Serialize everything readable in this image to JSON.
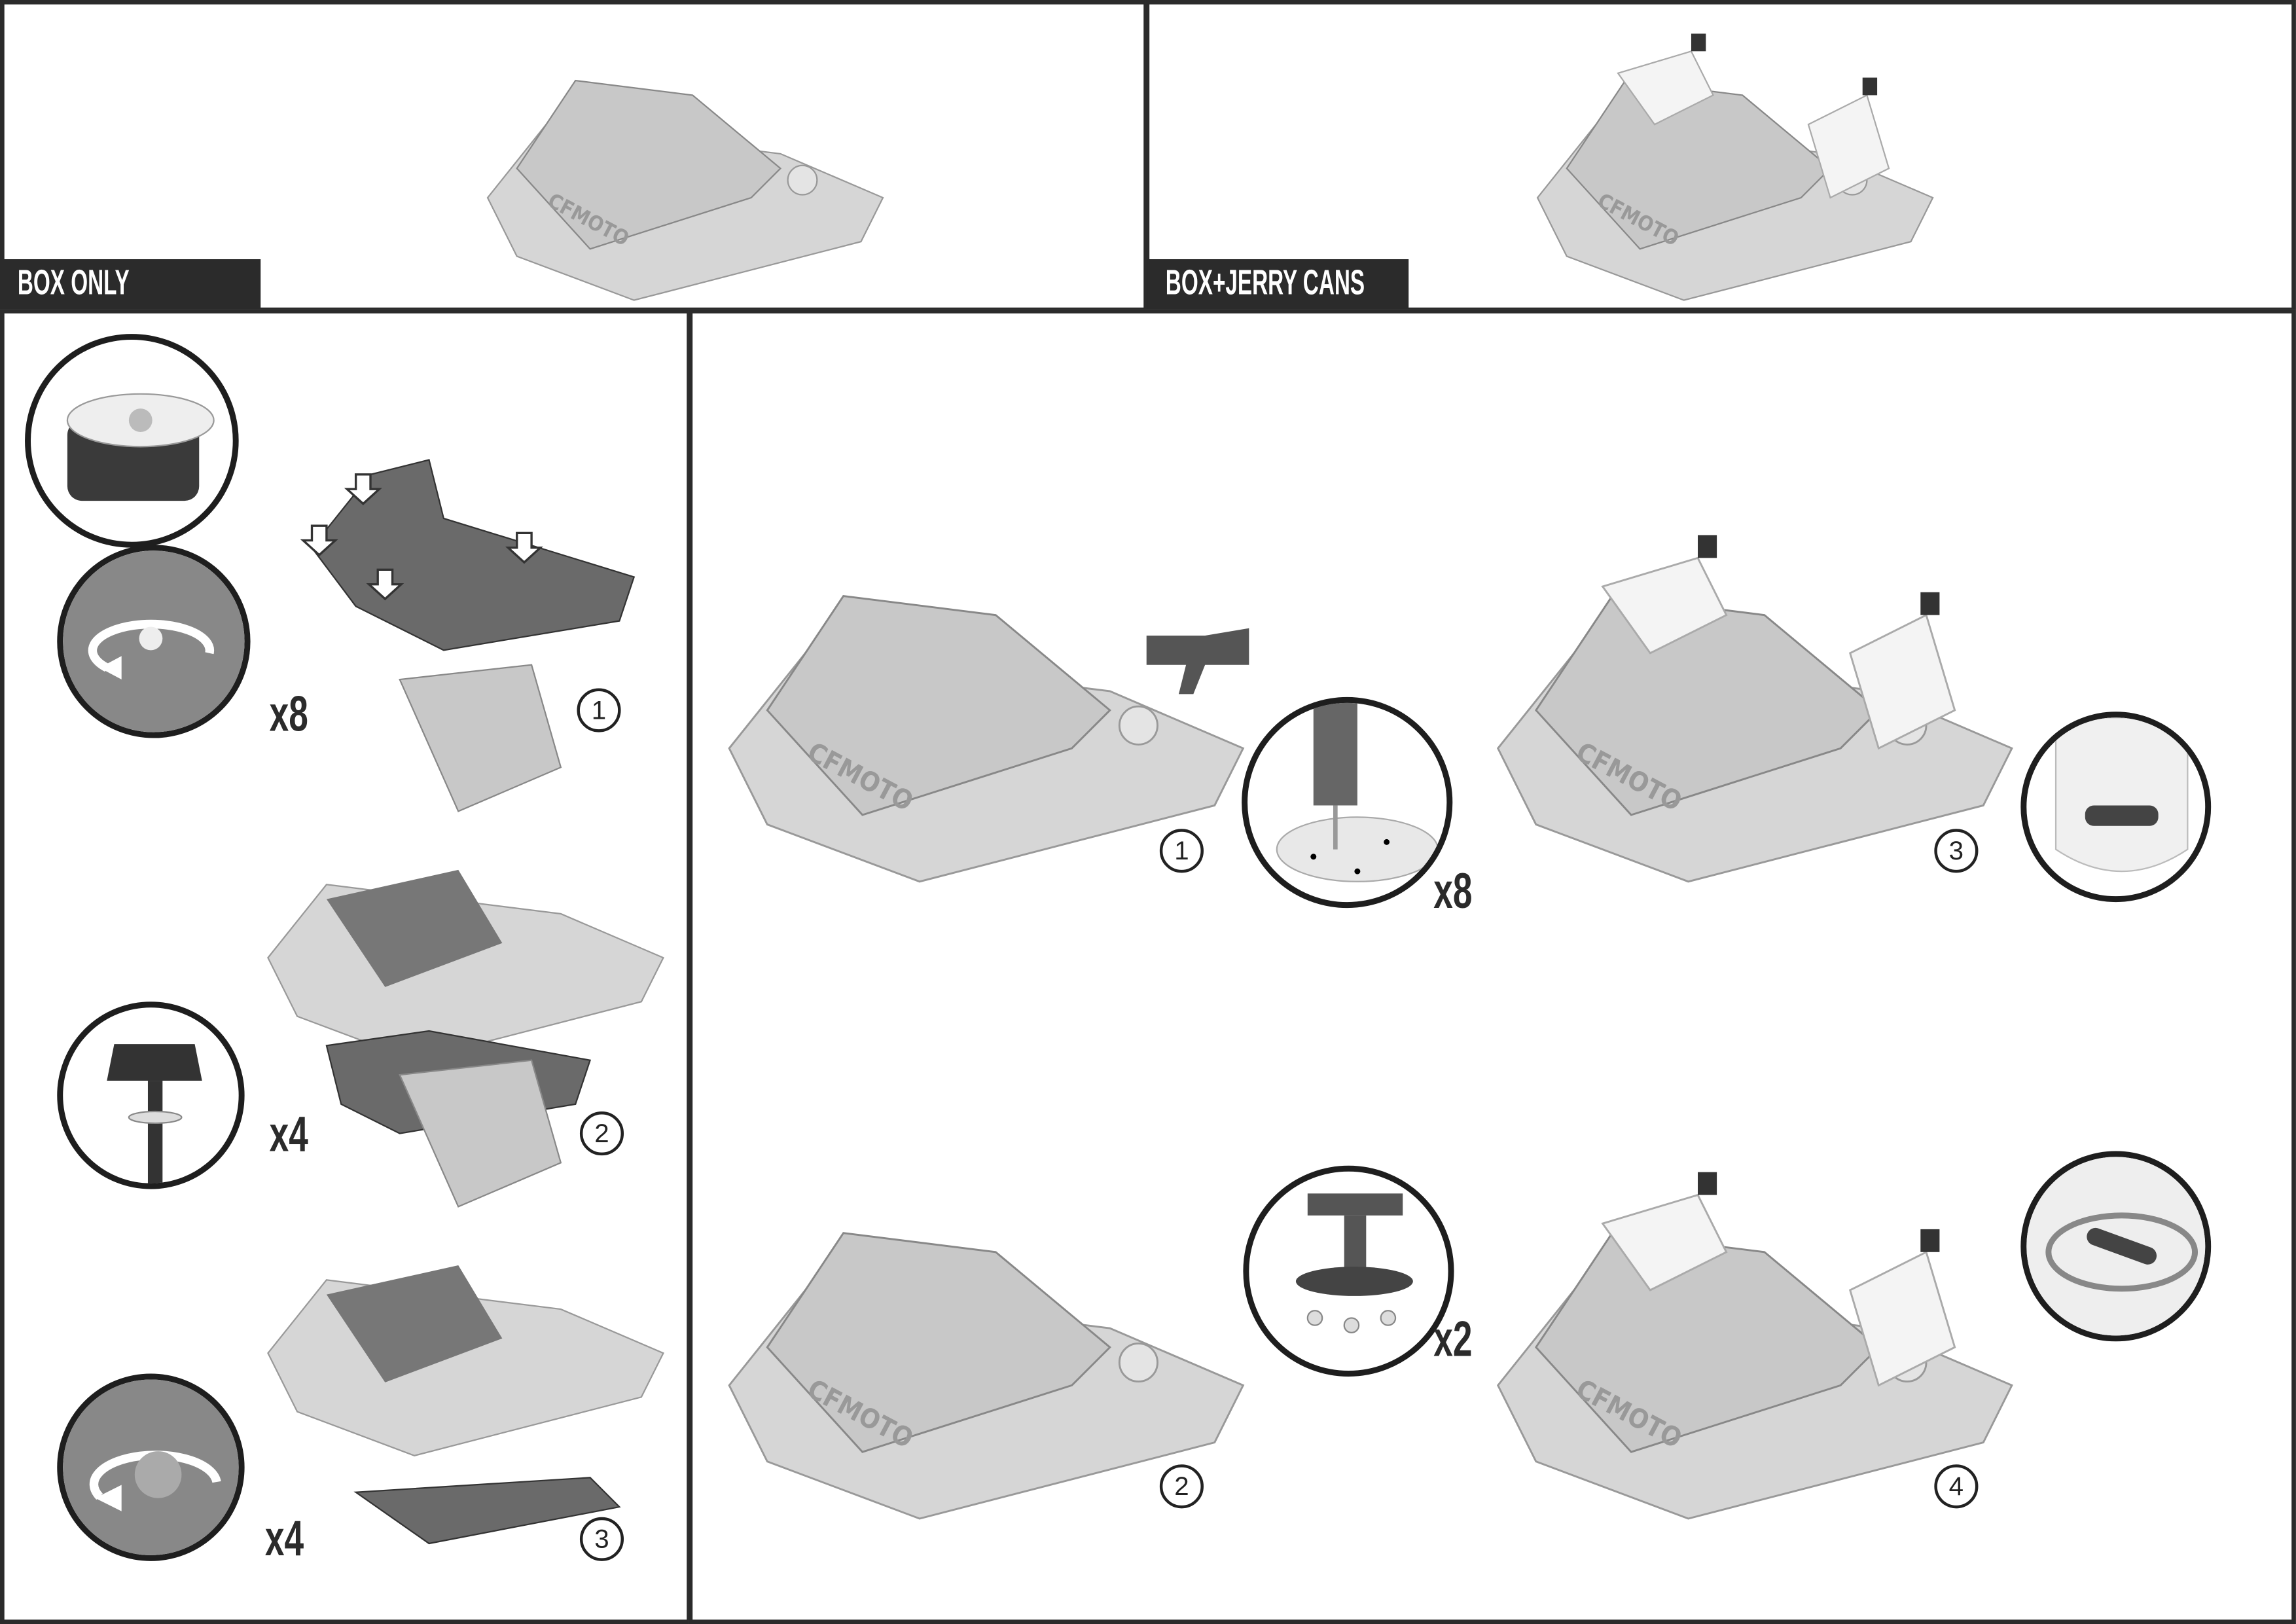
{
  "panels": {
    "box_only": {
      "label": "BOX ONLY"
    },
    "box_jerry_cans": {
      "label": "BOX+JERRY CANS"
    }
  },
  "brand": "CFMOTO",
  "box_only_steps": [
    {
      "number": "1",
      "quantity": "x8"
    },
    {
      "number": "2",
      "quantity": "x4"
    },
    {
      "number": "3",
      "quantity": "x4"
    }
  ],
  "jerry_steps": [
    {
      "number": "1",
      "quantity": "x8"
    },
    {
      "number": "2",
      "quantity": "x2"
    },
    {
      "number": "3"
    },
    {
      "number": "4"
    }
  ],
  "colors": {
    "frame": "#2b2b2b",
    "box": "#d6d6d6",
    "lid": "#c8c8c8",
    "bracket": "#6a6a6a",
    "can": "#f4f4f4"
  }
}
